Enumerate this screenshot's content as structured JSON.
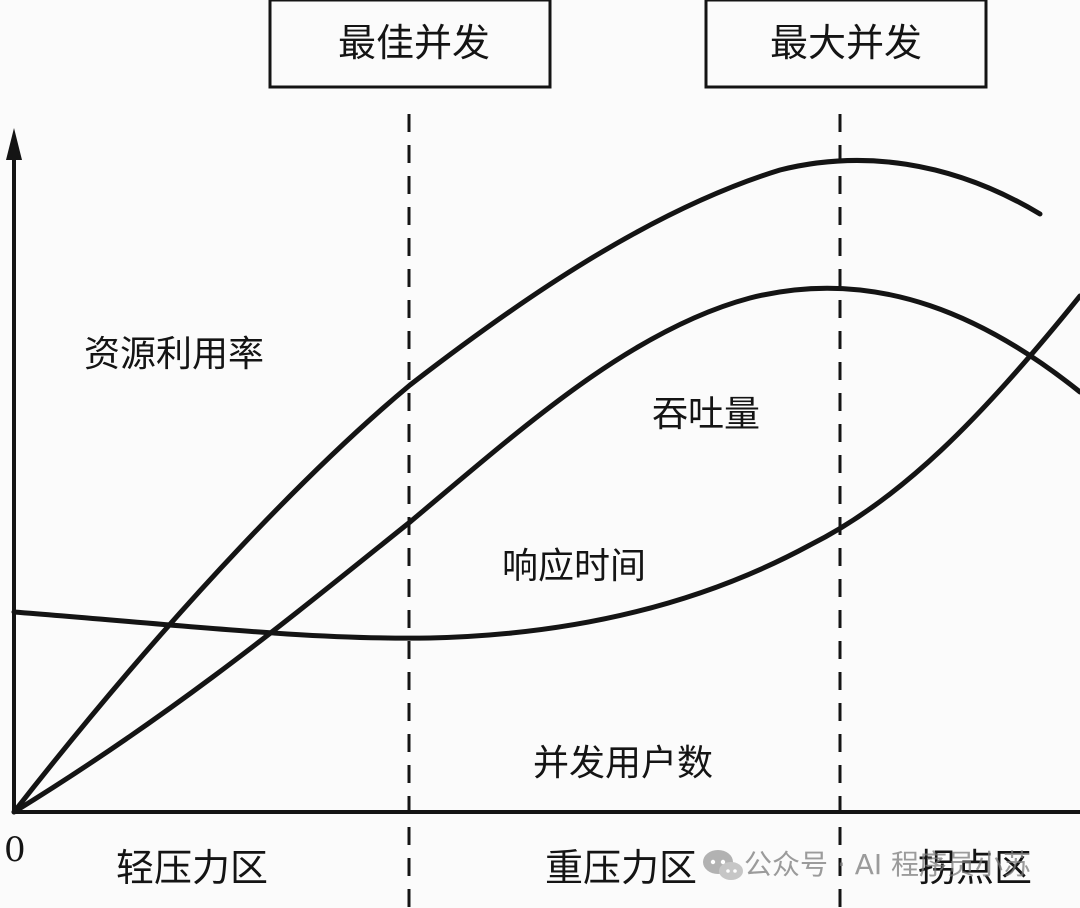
{
  "top_boxes": {
    "best_concurrency": "最佳并发",
    "max_concurrency": "最大并发"
  },
  "curve_labels": {
    "resource_utilization": "资源利用率",
    "throughput": "吞吐量",
    "response_time": "响应时间",
    "concurrent_users": "并发用户数"
  },
  "axis": {
    "origin": "0"
  },
  "zones": {
    "light_load": "轻压力区",
    "heavy_load": "重压力区",
    "inflection": "拐点区"
  },
  "watermark": {
    "brand": "公众号 · AI 程序员小苏",
    "icon": "wechat-bubble-icon"
  },
  "colors": {
    "ink": "#141414",
    "background": "#fbfbfb",
    "watermark": "#7b7b7b"
  }
}
